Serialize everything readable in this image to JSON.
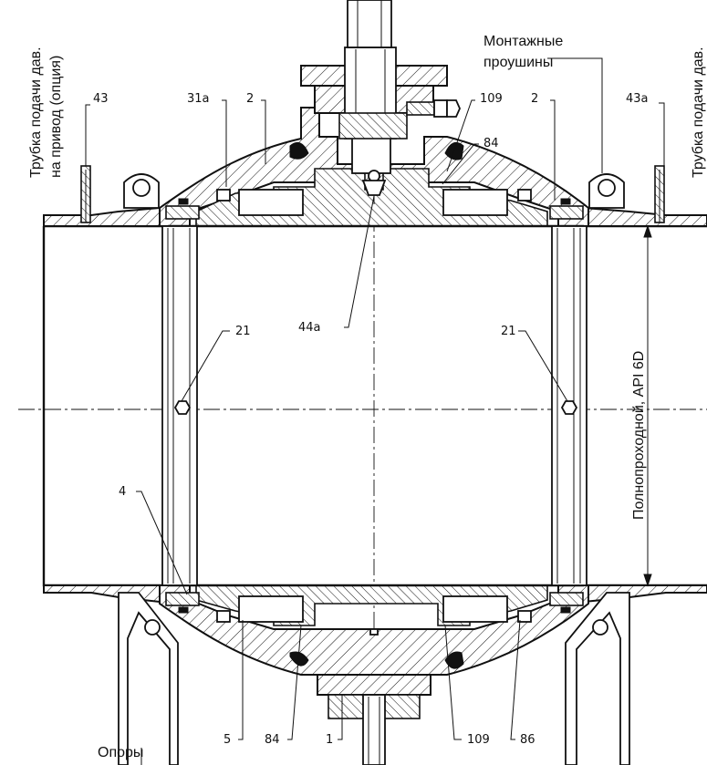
{
  "labels": {
    "tube_left_line1": "Трубка подачи дав.",
    "tube_left_line2": "на привод (опция)",
    "tube_right": "Трубка подачи дав.",
    "lugs_line1": "Монтажные",
    "lugs_line2": "проушины",
    "full_bore": "Полнопроходной, API 6D",
    "supports": "Опоры"
  },
  "callouts": {
    "n43": "43",
    "n31a": "31a",
    "n2_left": "2",
    "n109_top": "109",
    "n2_right": "2",
    "n43a": "43a",
    "n84_top": "84",
    "n44a": "44a",
    "n21_left": "21",
    "n21_right": "21",
    "n4": "4",
    "n5": "5",
    "n84_bottom": "84",
    "n1": "1",
    "n109_bottom": "109",
    "n86": "86"
  }
}
